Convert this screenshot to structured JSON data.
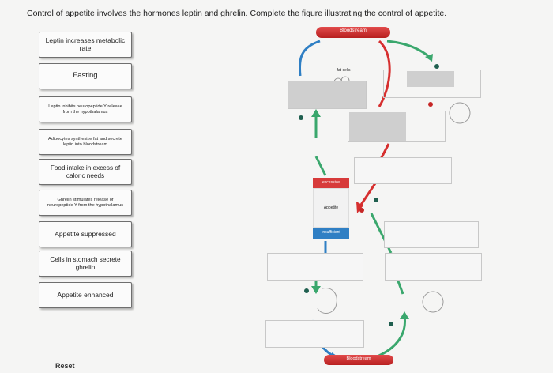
{
  "question": "Control of appetite involves the hormones leptin and ghrelin. Complete the figure illustrating the control of appetite.",
  "cards": [
    {
      "label": "Leptin increases metabolic rate"
    },
    {
      "label": "Fasting"
    },
    {
      "label": "Leptin inhibits neuropeptide Y release from the hypothalamus"
    },
    {
      "label": "Adipocytes synthesize fat and secrete leptin into bloodstream"
    },
    {
      "label": "Food intake in excess of caloric needs"
    },
    {
      "label": "Ghrelin stimulates release of neuropeptide Y from the hypothalamus"
    },
    {
      "label": "Appetite suppressed"
    },
    {
      "label": "Cells in stomach secrete ghrelin"
    },
    {
      "label": "Appetite enhanced"
    }
  ],
  "reset_label": "Reset",
  "figure": {
    "bloodstream_top": "Bloodstream",
    "fat_cells": "fat cells",
    "excessive": "excessive",
    "appetite": "Appetite",
    "insufficient": "insufficient",
    "bloodstream_bottom": "Bloodstream"
  },
  "colors": {
    "blue": "#2f7fc4",
    "red": "#d62f2f",
    "green": "#3aa76d",
    "teal_dot": "#1f5f4f"
  }
}
